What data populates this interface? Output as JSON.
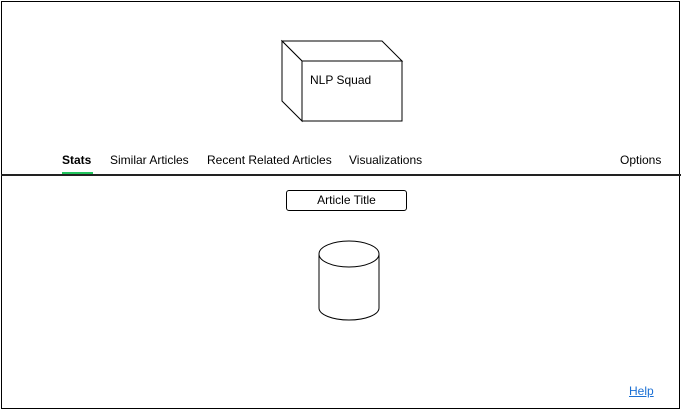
{
  "header": {
    "logo_label": "NLP Squad"
  },
  "nav": {
    "tabs": [
      {
        "label": "Stats",
        "active": true
      },
      {
        "label": "Similar Articles",
        "active": false
      },
      {
        "label": "Recent Related Articles",
        "active": false
      },
      {
        "label": "Visualizations",
        "active": false
      }
    ],
    "options_label": "Options",
    "active_color": "#22c55e"
  },
  "main": {
    "article_title": "Article Title",
    "database_icon": "database-icon"
  },
  "footer": {
    "help_label": "Help"
  }
}
